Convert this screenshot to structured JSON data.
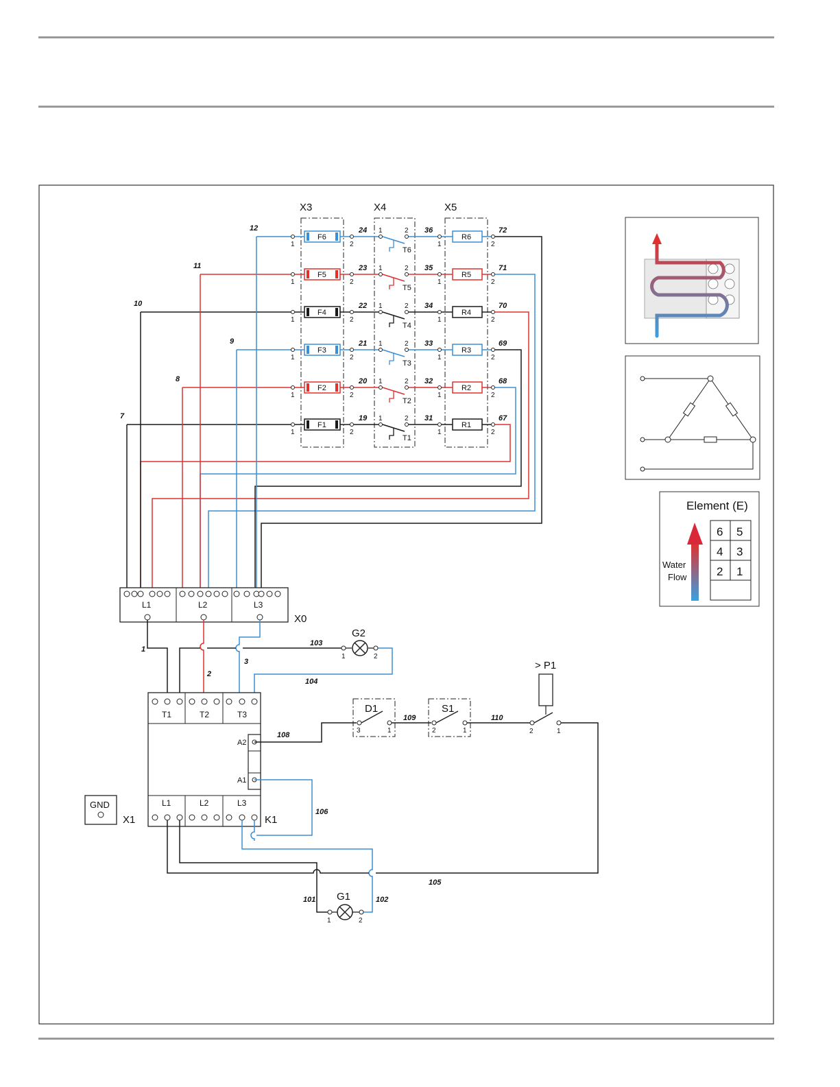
{
  "groups": {
    "x3": "X3",
    "x4": "X4",
    "x5": "X5",
    "x0": "X0",
    "x1": "X1",
    "k1": "K1"
  },
  "phase_colors": {
    "black": "#1a1a1a",
    "red": "#e0312f",
    "blue": "#3a8fd6"
  },
  "rows": [
    {
      "fuse": "F6",
      "thermo": "T6",
      "resistor": "R6",
      "wire_in": "12",
      "wire_mid": "24",
      "wire_x5": "36",
      "wire_out": "72",
      "color": "blue"
    },
    {
      "fuse": "F5",
      "thermo": "T5",
      "resistor": "R5",
      "wire_in": "11",
      "wire_mid": "23",
      "wire_x5": "35",
      "wire_out": "71",
      "color": "red"
    },
    {
      "fuse": "F4",
      "thermo": "T4",
      "resistor": "R4",
      "wire_in": "10",
      "wire_mid": "22",
      "wire_x5": "34",
      "wire_out": "70",
      "color": "black"
    },
    {
      "fuse": "F3",
      "thermo": "T3",
      "resistor": "R3",
      "wire_in": "9",
      "wire_mid": "21",
      "wire_x5": "33",
      "wire_out": "69",
      "color": "blue"
    },
    {
      "fuse": "F2",
      "thermo": "T2",
      "resistor": "R2",
      "wire_in": "8",
      "wire_mid": "20",
      "wire_x5": "32",
      "wire_out": "68",
      "color": "red"
    },
    {
      "fuse": "F1",
      "thermo": "T1",
      "resistor": "R1",
      "wire_in": "7",
      "wire_mid": "19",
      "wire_x5": "31",
      "wire_out": "67",
      "color": "black"
    }
  ],
  "pins": {
    "one": "1",
    "two": "2",
    "three": "3"
  },
  "x0_terminals": [
    "L1",
    "L2",
    "L3"
  ],
  "k1_top": [
    "T1",
    "T2",
    "T3"
  ],
  "k1_bottom": [
    "L1",
    "L2",
    "L3"
  ],
  "k1_coil": [
    "A2",
    "A1"
  ],
  "wires": {
    "w1": "1",
    "w2": "2",
    "w3": "3",
    "w101": "101",
    "w102": "102",
    "w103": "103",
    "w104": "104",
    "w105": "105",
    "w106": "106",
    "w108": "108",
    "w109": "109",
    "w110": "110"
  },
  "components": {
    "g1": "G1",
    "g2": "G2",
    "d1": "D1",
    "s1": "S1",
    "p1": "> P1",
    "gnd": "GND"
  },
  "legend": {
    "title": "Element (E)",
    "cells": [
      "6",
      "5",
      "4",
      "3",
      "2",
      "1"
    ],
    "water_flow": [
      "Water",
      "Flow"
    ]
  }
}
